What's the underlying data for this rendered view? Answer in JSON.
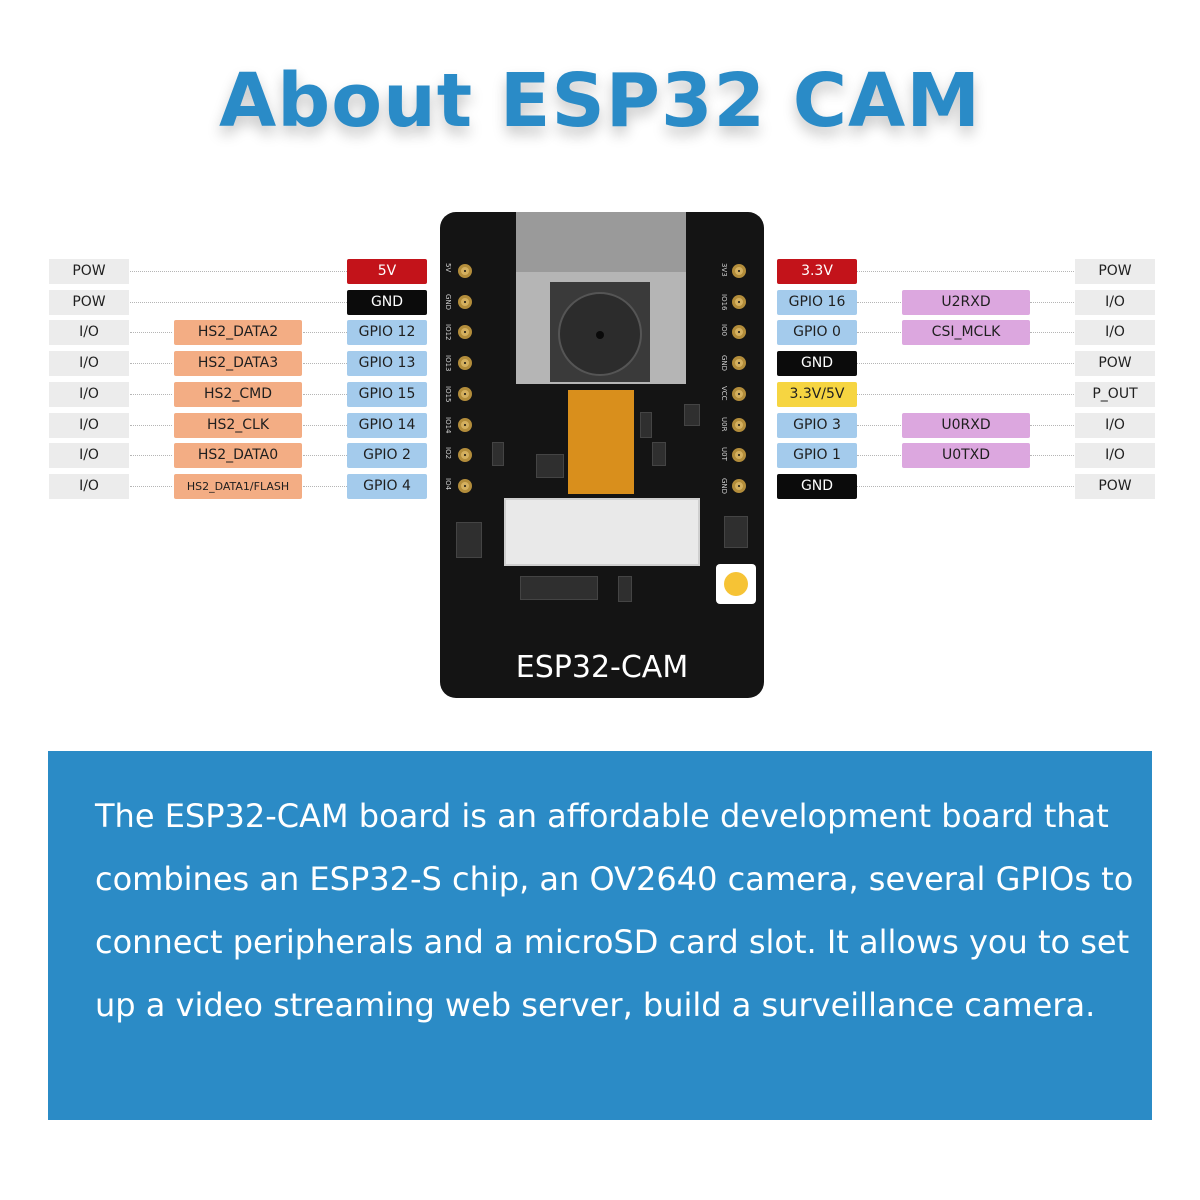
{
  "title": "About ESP32 CAM",
  "board_label": "ESP32-CAM",
  "left_pins": [
    {
      "type": "POW",
      "alt": "",
      "pin": "5V",
      "color": "red",
      "silk": "5V"
    },
    {
      "type": "POW",
      "alt": "",
      "pin": "GND",
      "color": "black",
      "silk": "GND"
    },
    {
      "type": "I/O",
      "alt": "HS2_DATA2",
      "pin": "GPIO 12",
      "color": "blue",
      "silk": "IO12"
    },
    {
      "type": "I/O",
      "alt": "HS2_DATA3",
      "pin": "GPIO 13",
      "color": "blue",
      "silk": "IO13"
    },
    {
      "type": "I/O",
      "alt": "HS2_CMD",
      "pin": "GPIO 15",
      "color": "blue",
      "silk": "IO15"
    },
    {
      "type": "I/O",
      "alt": "HS2_CLK",
      "pin": "GPIO 14",
      "color": "blue",
      "silk": "IO14"
    },
    {
      "type": "I/O",
      "alt": "HS2_DATA0",
      "pin": "GPIO 2",
      "color": "blue",
      "silk": "IO2"
    },
    {
      "type": "I/O",
      "alt": "HS2_DATA1/FLASH",
      "pin": "GPIO 4",
      "color": "blue",
      "silk": "IO4"
    }
  ],
  "right_pins": [
    {
      "type": "POW",
      "alt": "",
      "pin": "3.3V",
      "color": "red",
      "silk": "3V3"
    },
    {
      "type": "I/O",
      "alt": "U2RXD",
      "pin": "GPIO 16",
      "color": "blue",
      "silk": "IO16"
    },
    {
      "type": "I/O",
      "alt": "CSI_MCLK",
      "pin": "GPIO 0",
      "color": "blue",
      "silk": "IO0"
    },
    {
      "type": "POW",
      "alt": "",
      "pin": "GND",
      "color": "black",
      "silk": "GND"
    },
    {
      "type": "P_OUT",
      "alt": "",
      "pin": "3.3V/5V",
      "color": "yellow",
      "silk": "VCC"
    },
    {
      "type": "I/O",
      "alt": "U0RXD",
      "pin": "GPIO 3",
      "color": "blue",
      "silk": "U0R"
    },
    {
      "type": "I/O",
      "alt": "U0TXD",
      "pin": "GPIO 1",
      "color": "blue",
      "silk": "U0T"
    },
    {
      "type": "POW",
      "alt": "",
      "pin": "GND",
      "color": "black",
      "silk": "GND"
    }
  ],
  "alt_colors": {
    "left": "orange",
    "right": "purple"
  },
  "description": "The ESP32-CAM board is an affordable development board that combines an ESP32-S chip, an OV2640 camera, several GPIOs to connect peripherals and a microSD card slot. It allows you to set up a video streaming web server, build a surveillance camera.",
  "colors": {
    "title": "#2a8bc7",
    "box": "#2b8bc6",
    "board": "#141414"
  }
}
